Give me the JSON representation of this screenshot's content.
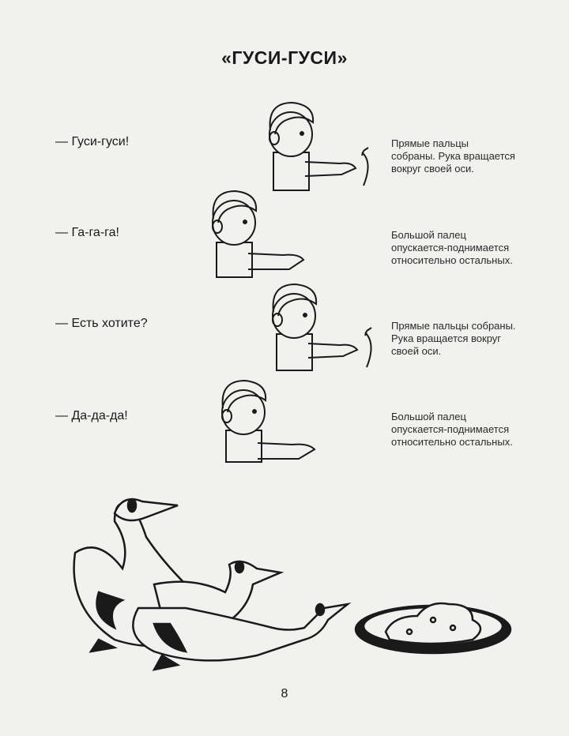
{
  "title": "«ГУСИ-ГУСИ»",
  "rows": [
    {
      "phrase": "— Гуси-гуси!",
      "description": [
        "Прямые пальцы",
        "собраны. Рука вращается",
        "вокруг своей оси."
      ]
    },
    {
      "phrase": "— Га-га-га!",
      "description": [
        "Большой палец",
        "опускается-поднимается",
        "относительно остальных."
      ]
    },
    {
      "phrase": "— Есть хотите?",
      "description": [
        "Прямые пальцы собраны.",
        "Рука вращается вокруг",
        "своей оси."
      ]
    },
    {
      "phrase": "— Да-да-да!",
      "description": [
        "Большой палец",
        "опускается-поднимается",
        "относительно остальных."
      ]
    }
  ],
  "page_number": "8"
}
